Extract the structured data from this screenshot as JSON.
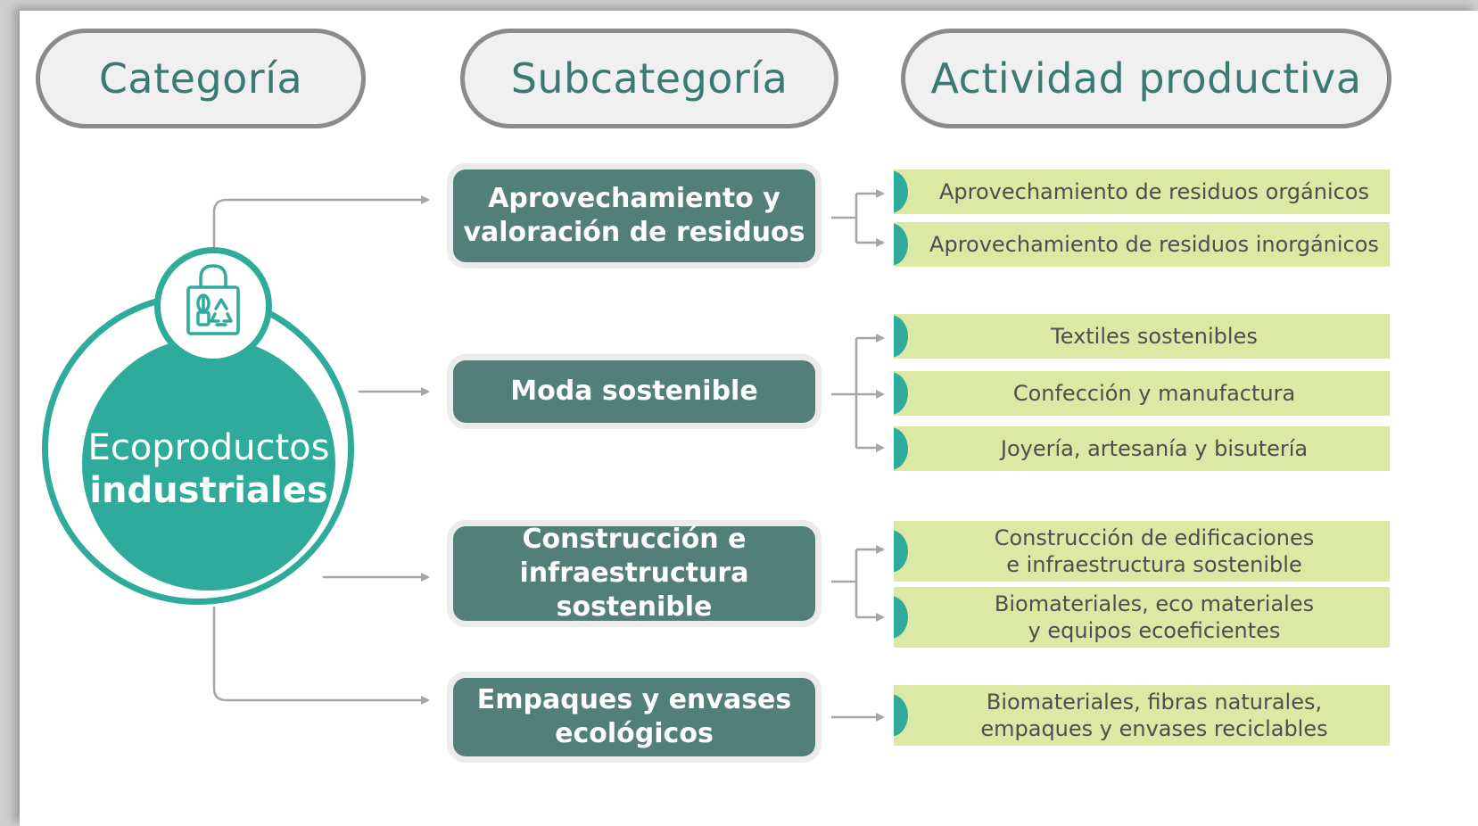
{
  "headers": {
    "category": "Categoría",
    "subcategory": "Subcategoría",
    "activity": "Actividad productiva"
  },
  "category": {
    "line1": "Ecoproductos",
    "line2": "industriales",
    "icon": "recycle-bag-icon"
  },
  "subcategories": [
    {
      "label": "Aprovechamiento y\nvaloración de residuos",
      "activities": [
        "Aprovechamiento de residuos orgánicos",
        "Aprovechamiento de residuos inorgánicos"
      ]
    },
    {
      "label": "Moda sostenible",
      "activities": [
        "Textiles sostenibles",
        "Confección y manufactura",
        "Joyería, artesanía y bisutería"
      ]
    },
    {
      "label": "Construcción e\ninfraestructura sostenible",
      "activities": [
        "Construcción de edificaciones\ne infraestructura sostenible",
        "Biomateriales, eco materiales\ny equipos ecoeficientes"
      ]
    },
    {
      "label": "Empaques y envases\necológicos",
      "activities": [
        "Biomateriales, fibras naturales,\nempaques y envases reciclables"
      ]
    }
  ],
  "colors": {
    "teal": "#2fab9c",
    "subcategory_fill": "#528078",
    "activity_fill": "#dbe9a4",
    "header_text": "#3a7a73",
    "connector": "#a6a6a6"
  }
}
